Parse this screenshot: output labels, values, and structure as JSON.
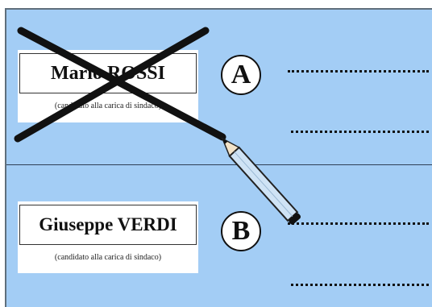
{
  "ballot": {
    "candidates": [
      {
        "letter": "A",
        "name": "Mario ROSSI",
        "role": "(candidato alla carica di sindaco)",
        "crossed_out": true
      },
      {
        "letter": "B",
        "name": "Giuseppe VERDI",
        "role": "(candidato alla carica di sindaco)",
        "crossed_out": false
      }
    ]
  },
  "colors": {
    "background": "#a3cdf5",
    "mark": "#111111",
    "pencil_body": "#cfe3f5",
    "pencil_outline": "#222222"
  },
  "icons": [
    "x-mark-icon",
    "pencil-icon"
  ]
}
